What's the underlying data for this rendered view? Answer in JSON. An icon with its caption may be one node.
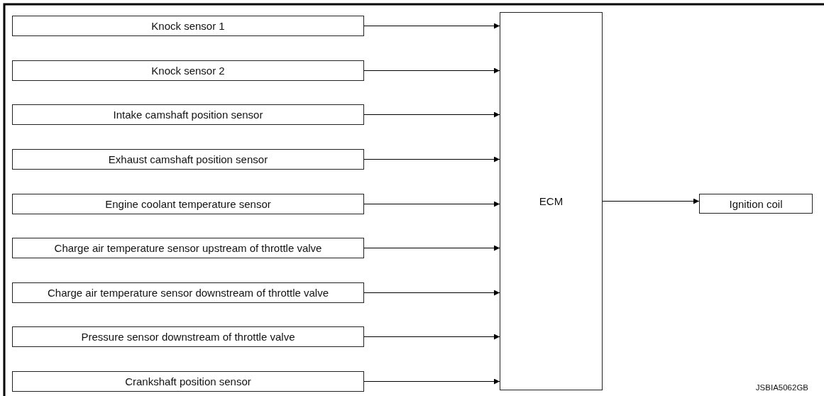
{
  "diagram": {
    "nodes": [
      {
        "text": [
          "Knock sensor 1"
        ]
      },
      {
        "text": [
          "Knock sensor 2"
        ]
      },
      {
        "text": [
          "Intake camshaft position sensor"
        ]
      },
      {
        "text": [
          "Exhaust camshaft position sensor"
        ]
      },
      {
        "text": [
          "Engine coolant temperature sensor"
        ]
      },
      {
        "text": [
          "Charge air temperature sensor upstream of throttle valve"
        ]
      },
      {
        "text": [
          "Charge air temperature sensor downstream of throttle valve"
        ]
      },
      {
        "text": [
          "Pressure sensor downstream of throttle valve"
        ]
      },
      {
        "text": [
          "Crankshaft position sensor"
        ]
      },
      {
        "text": [
          "ECM"
        ]
      },
      {
        "text": [
          "Ignition coil"
        ]
      }
    ],
    "edges": [
      {
        "from": 0,
        "to": 9,
        "arrow": "to"
      },
      {
        "from": 1,
        "to": 9,
        "arrow": "to"
      },
      {
        "from": 2,
        "to": 9,
        "arrow": "to"
      },
      {
        "from": 3,
        "to": 9,
        "arrow": "to"
      },
      {
        "from": 4,
        "to": 9,
        "arrow": "to"
      },
      {
        "from": 5,
        "to": 9,
        "arrow": "to"
      },
      {
        "from": 6,
        "to": 9,
        "arrow": "to"
      },
      {
        "from": 7,
        "to": 9,
        "arrow": "to"
      },
      {
        "from": 8,
        "to": 9,
        "arrow": "to"
      },
      {
        "from": 9,
        "to": 10,
        "arrow": "to"
      }
    ],
    "labels": [
      "JSBIA5062GB"
    ]
  }
}
